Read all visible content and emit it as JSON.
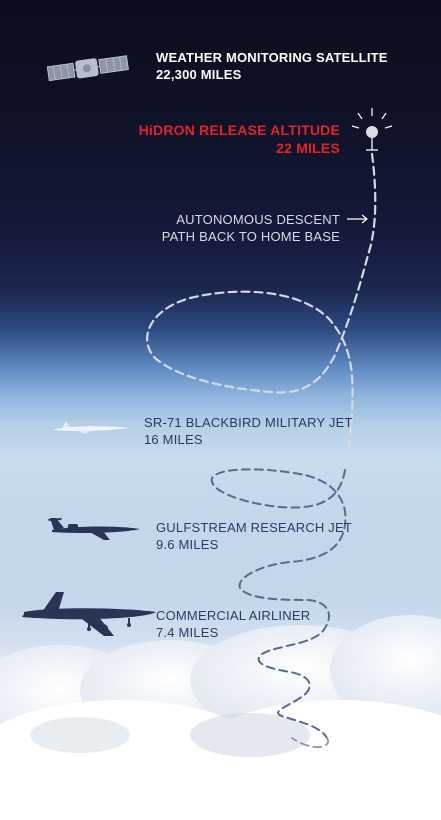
{
  "labels": {
    "satellite": {
      "line1": "WEATHER MONITORING SATELLITE",
      "line2": "22,300 MILES"
    },
    "release": {
      "line1": "HiDRON RELEASE ALTITUDE",
      "line2": "22 MILES"
    },
    "descent": {
      "line1": "AUTONOMOUS DESCENT",
      "line2": "PATH BACK TO HOME BASE"
    },
    "blackbird": {
      "line1": "SR-71 BLACKBIRD MILITARY JET",
      "line2": "16 MILES"
    },
    "gulfstream": {
      "line1": "GULFSTREAM RESEARCH JET",
      "line2": "9.6 MILES"
    },
    "airliner": {
      "line1": "COMMERCIAL AIRLINER",
      "line2": "7.4 MILES"
    }
  },
  "icons": [
    "satellite-icon",
    "balloon-icon",
    "sr71-icon",
    "gulfstream-icon",
    "airliner-icon"
  ],
  "colors": {
    "sky_top": "#0c0d1c",
    "release_red": "#e2232a",
    "lower_text": "#2c3c64"
  }
}
